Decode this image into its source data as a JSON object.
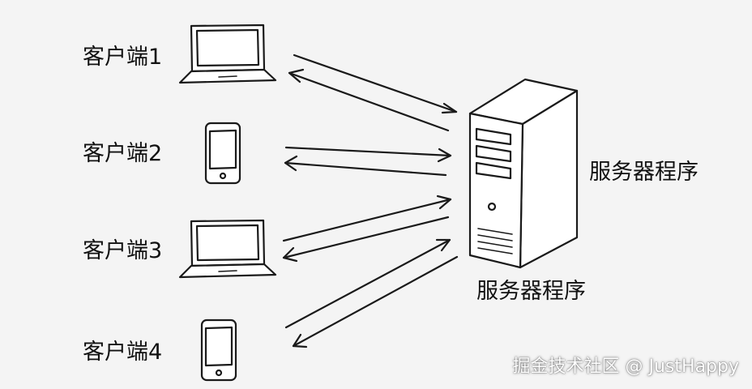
{
  "clients": [
    {
      "label": "客户端1",
      "device": "laptop-icon"
    },
    {
      "label": "客户端2",
      "device": "phone-icon"
    },
    {
      "label": "客户端3",
      "device": "laptop-icon"
    },
    {
      "label": "客户端4",
      "device": "phone-icon"
    }
  ],
  "server": {
    "label_right": "服务器程序",
    "label_bottom": "服务器程序",
    "icon": "server-tower-icon"
  },
  "watermark": "掘金技术社区 @ JustHappy",
  "colors": {
    "background": "#f4f4f4",
    "ink": "#1a1a1a"
  }
}
